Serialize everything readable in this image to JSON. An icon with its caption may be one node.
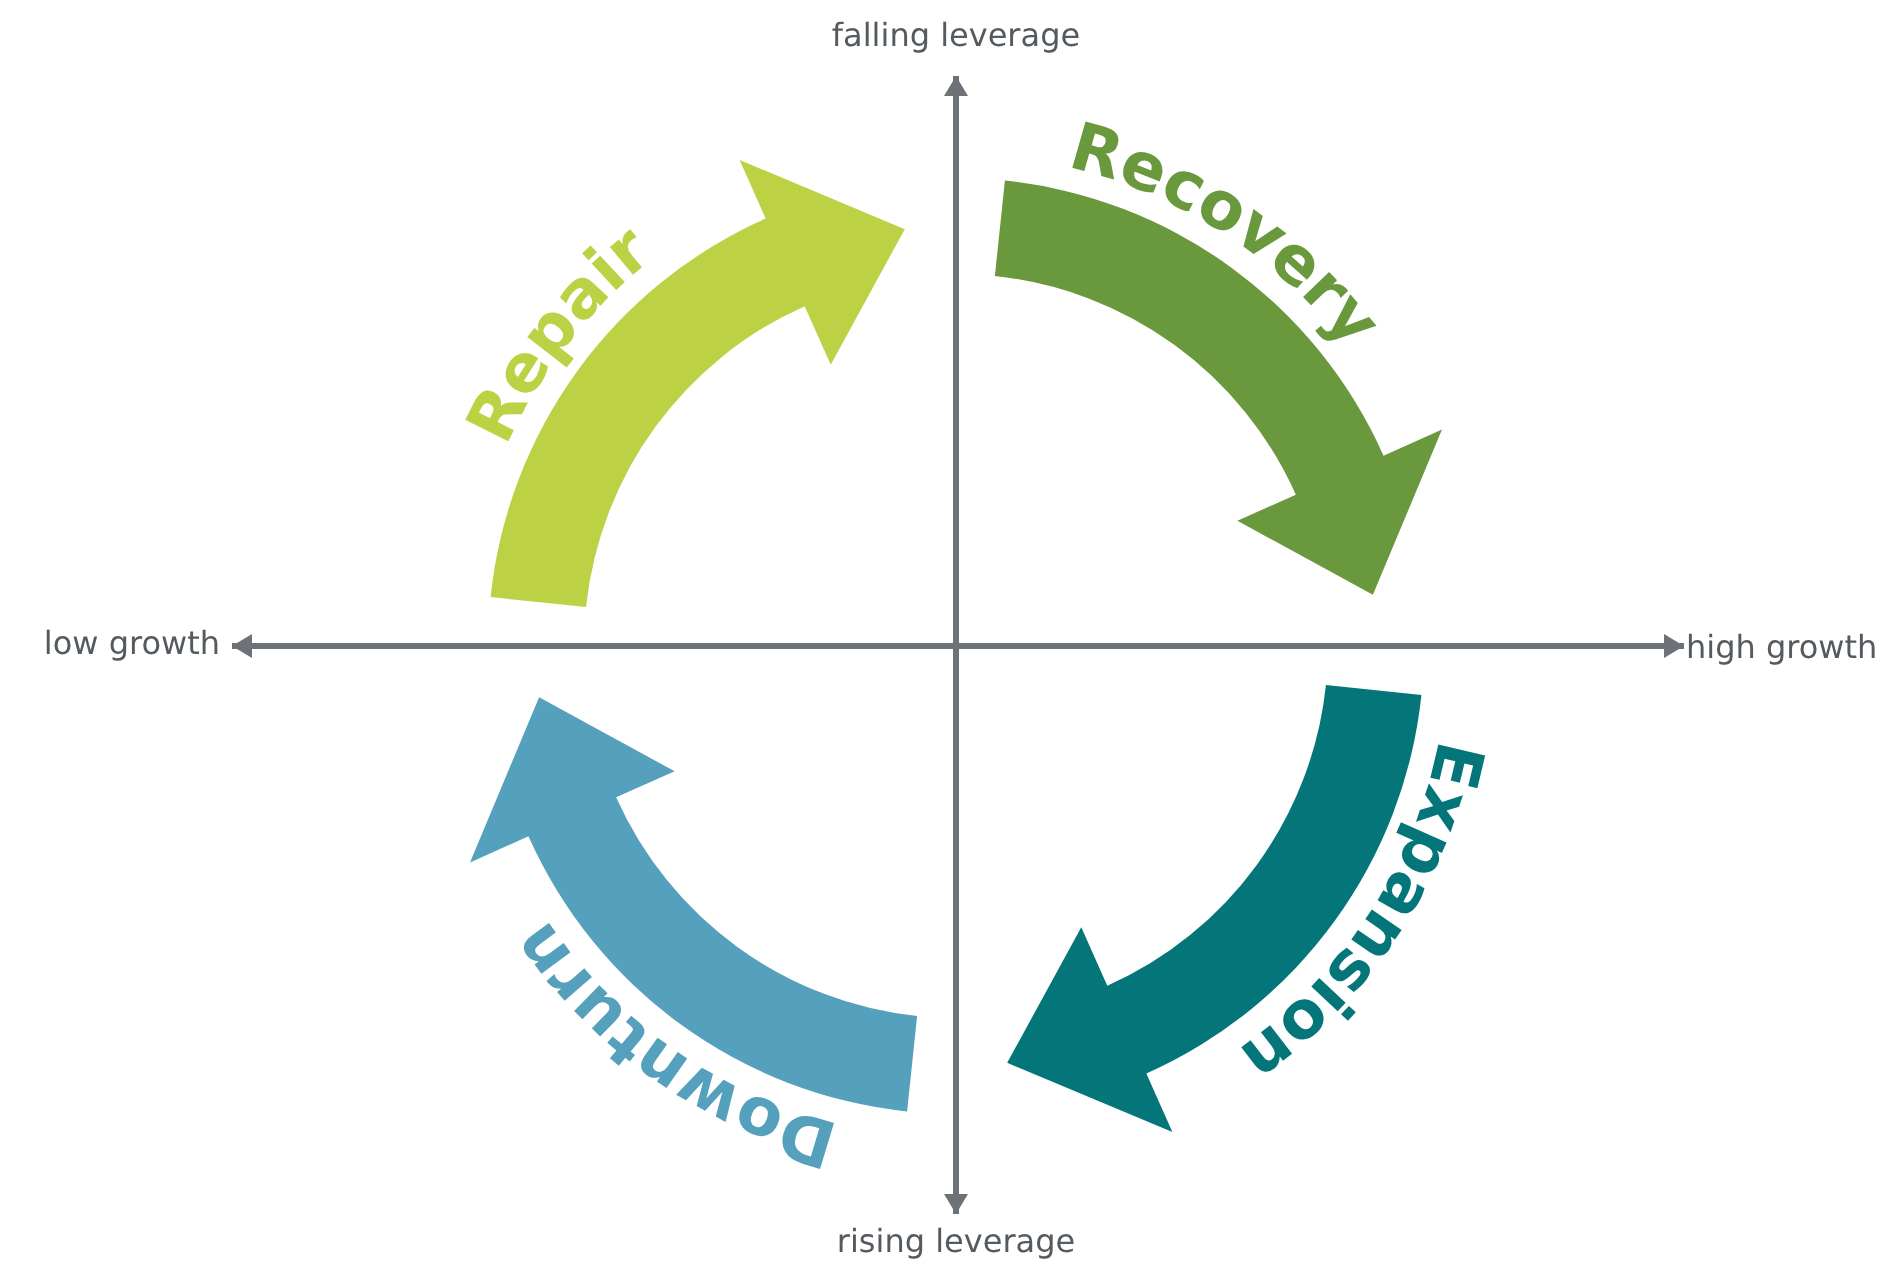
{
  "diagram": {
    "labels": [
      "falling leverage",
      "Recovery",
      "Repair",
      "low growth",
      "high growth",
      "Expansion",
      "Downturn",
      "rising leverage"
    ]
  }
}
